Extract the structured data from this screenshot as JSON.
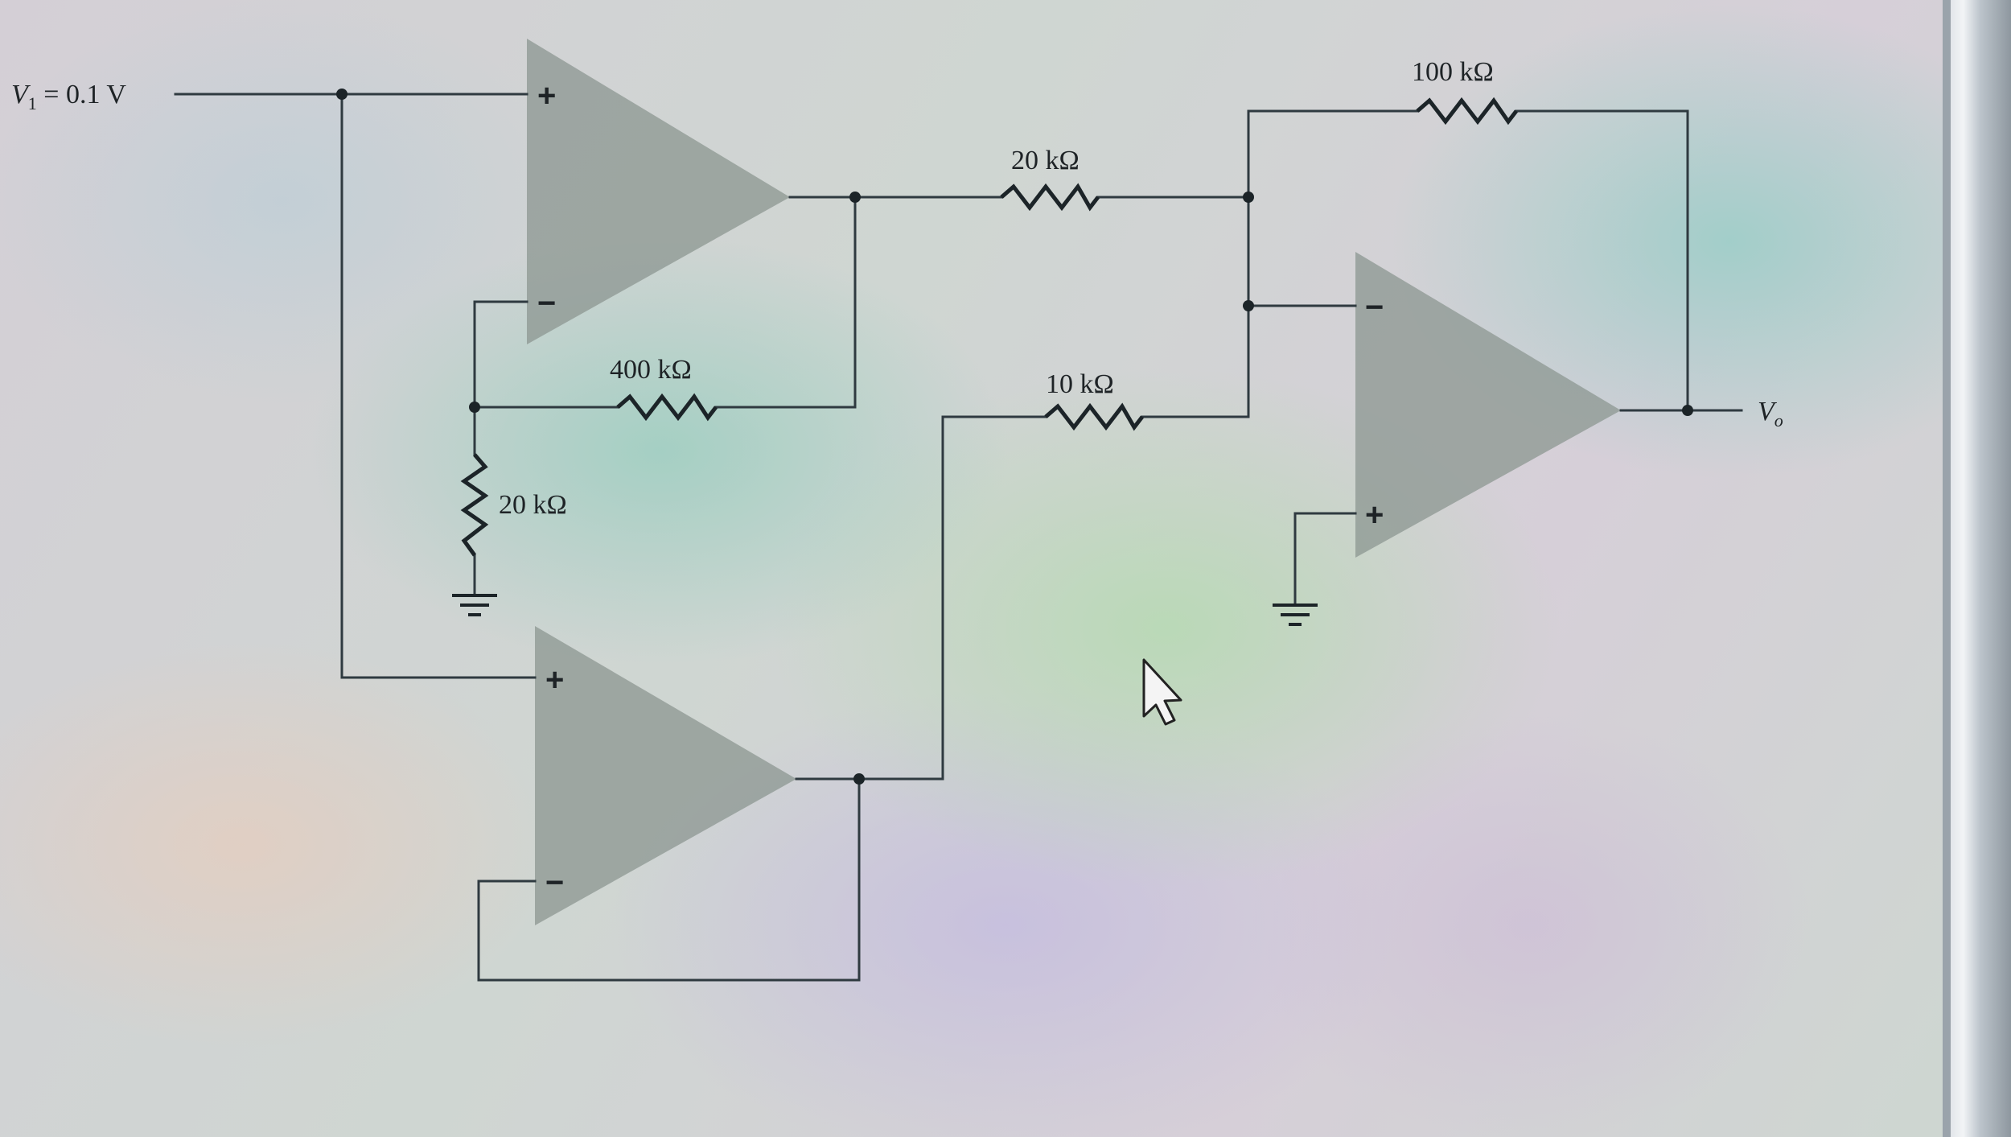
{
  "labels": {
    "v1_symbol": "V",
    "v1_subscript": "1",
    "v1_value": " = 0.1 V",
    "vo_symbol": "V",
    "vo_subscript": "o",
    "r_feedback_out": "100 kΩ",
    "r_input_20k": "20 kΩ",
    "r_feedback_400k": "400 kΩ",
    "r_input_10k": "10 kΩ",
    "r_ground_20k": "20 kΩ"
  },
  "signs": {
    "plus": "+",
    "minus": "−"
  }
}
